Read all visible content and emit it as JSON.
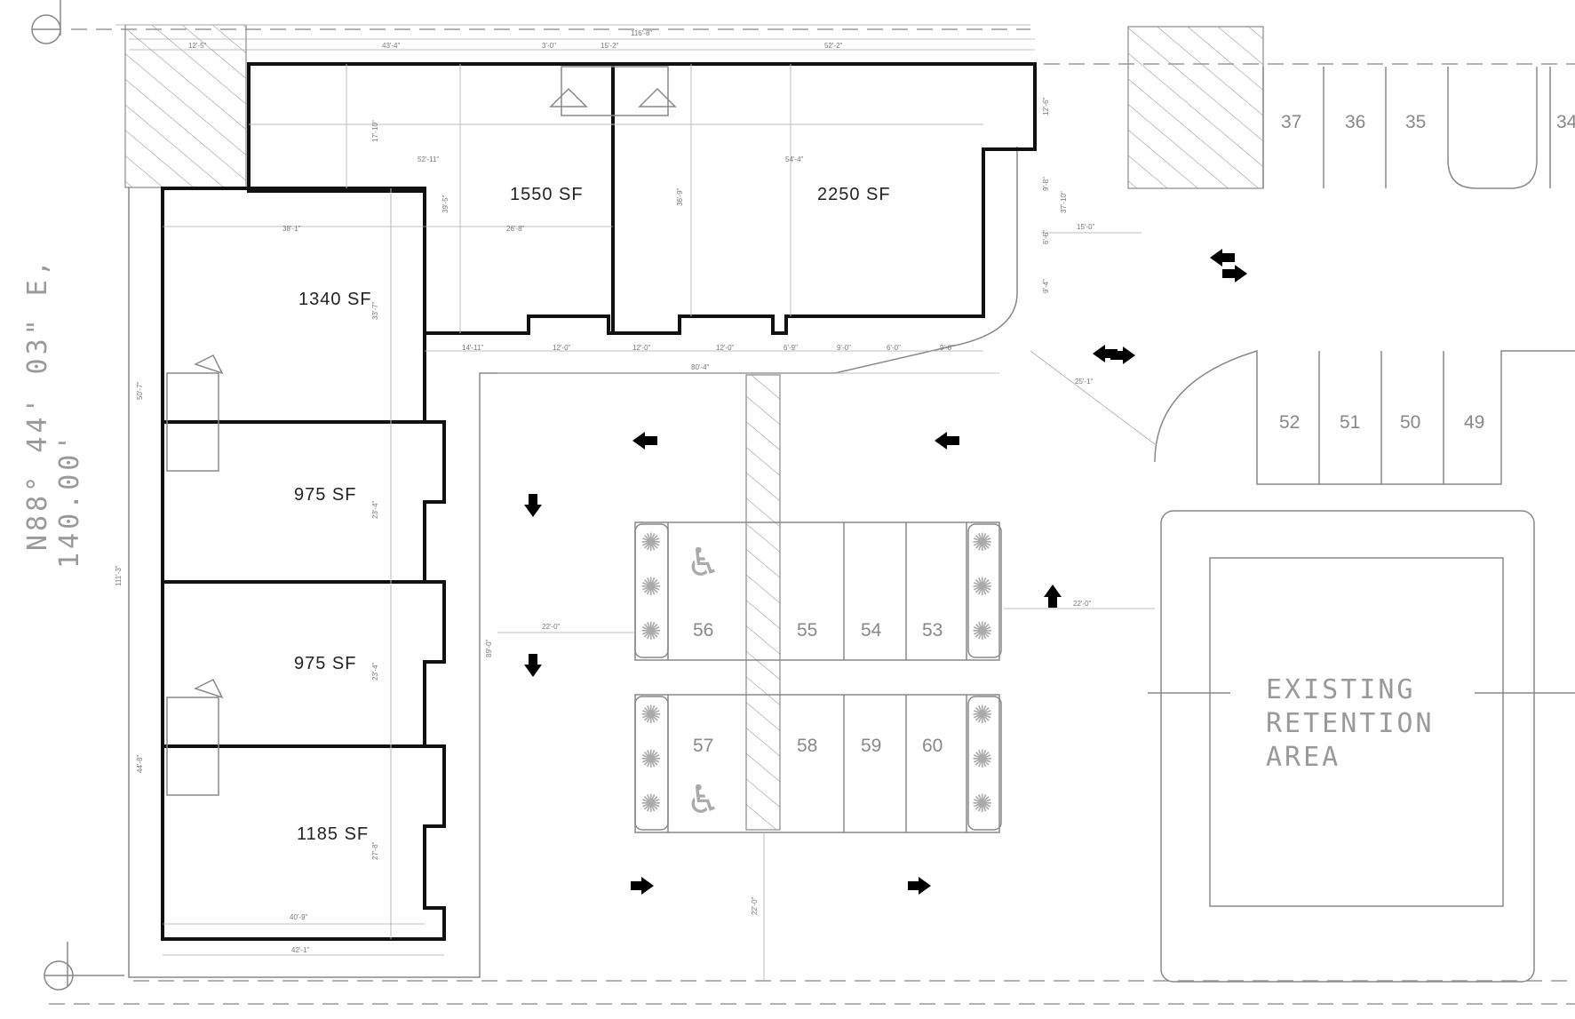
{
  "survey": {
    "bearing": "N88° 44' 03\" E,",
    "distance": "140.00'"
  },
  "units": [
    {
      "id": "unit-1550",
      "label": "1550 SF"
    },
    {
      "id": "unit-2250",
      "label": "2250 SF"
    },
    {
      "id": "unit-1340",
      "label": "1340 SF"
    },
    {
      "id": "unit-975-a",
      "label": "975 SF"
    },
    {
      "id": "unit-975-b",
      "label": "975 SF"
    },
    {
      "id": "unit-1185",
      "label": "1185 SF"
    }
  ],
  "parking_stalls": {
    "top": [
      "37",
      "36",
      "35",
      "34"
    ],
    "right": [
      "52",
      "51",
      "50",
      "49"
    ],
    "upper_row": [
      "56",
      "55",
      "54",
      "53"
    ],
    "lower_row": [
      "57",
      "58",
      "59",
      "60"
    ]
  },
  "retention": {
    "line1": "EXISTING",
    "line2": "RETENTION",
    "line3": "AREA"
  },
  "dimensions": {
    "overall_top": "116'-8\"",
    "seg_43": "43'-4\"",
    "seg_15": "15'-2\"",
    "seg_52": "52'-2\"",
    "seg_3": "3'-0\"",
    "seg_12_5": "12'-5\"",
    "dim_52_11": "52'-11\"",
    "dim_54_4": "54'-4\"",
    "dim_38_1": "38'-1\"",
    "dim_26_8": "26'-8\"",
    "dim_17_10": "17'-10\"",
    "dim_39_5": "39'-5\"",
    "dim_36_9": "36'-9\"",
    "dim_33_7": "33'-7\"",
    "dim_50_7": "50'-7\"",
    "dim_23_4a": "23'-4\"",
    "dim_23_4b": "23'-4\"",
    "dim_27_8": "27'-8\"",
    "dim_40_9": "40'-9\"",
    "dim_42_1": "42'-1\"",
    "dim_111_3": "111'-3\"",
    "dim_44_8": "44'-8\"",
    "dim_89_0": "89'-0\"",
    "dim_80_4": "80'-4\"",
    "dim_14_11": "14'-11\"",
    "dim_12_0a": "12'-0\"",
    "dim_12_0b": "12'-0\"",
    "dim_12_0c": "12'-0\"",
    "dim_6_9": "6'-9\"",
    "dim_9_0": "9'-0\"",
    "dim_6_0": "6'-0\"",
    "dim_9_8": "9'-8\"",
    "dim_15_0": "15'-0\"",
    "dim_37_10": "37'-10\"",
    "dim_25_1": "25'-1\"",
    "dim_22_0a": "22'-0\"",
    "dim_22_0b": "22'-0\"",
    "dim_22_0c": "22'-0\"",
    "dim_12_6": "12'-6\"",
    "dim_9_8b": "9'-8\"",
    "dim_6_6": "6'-6\"",
    "dim_9_4": "9'-4\""
  }
}
